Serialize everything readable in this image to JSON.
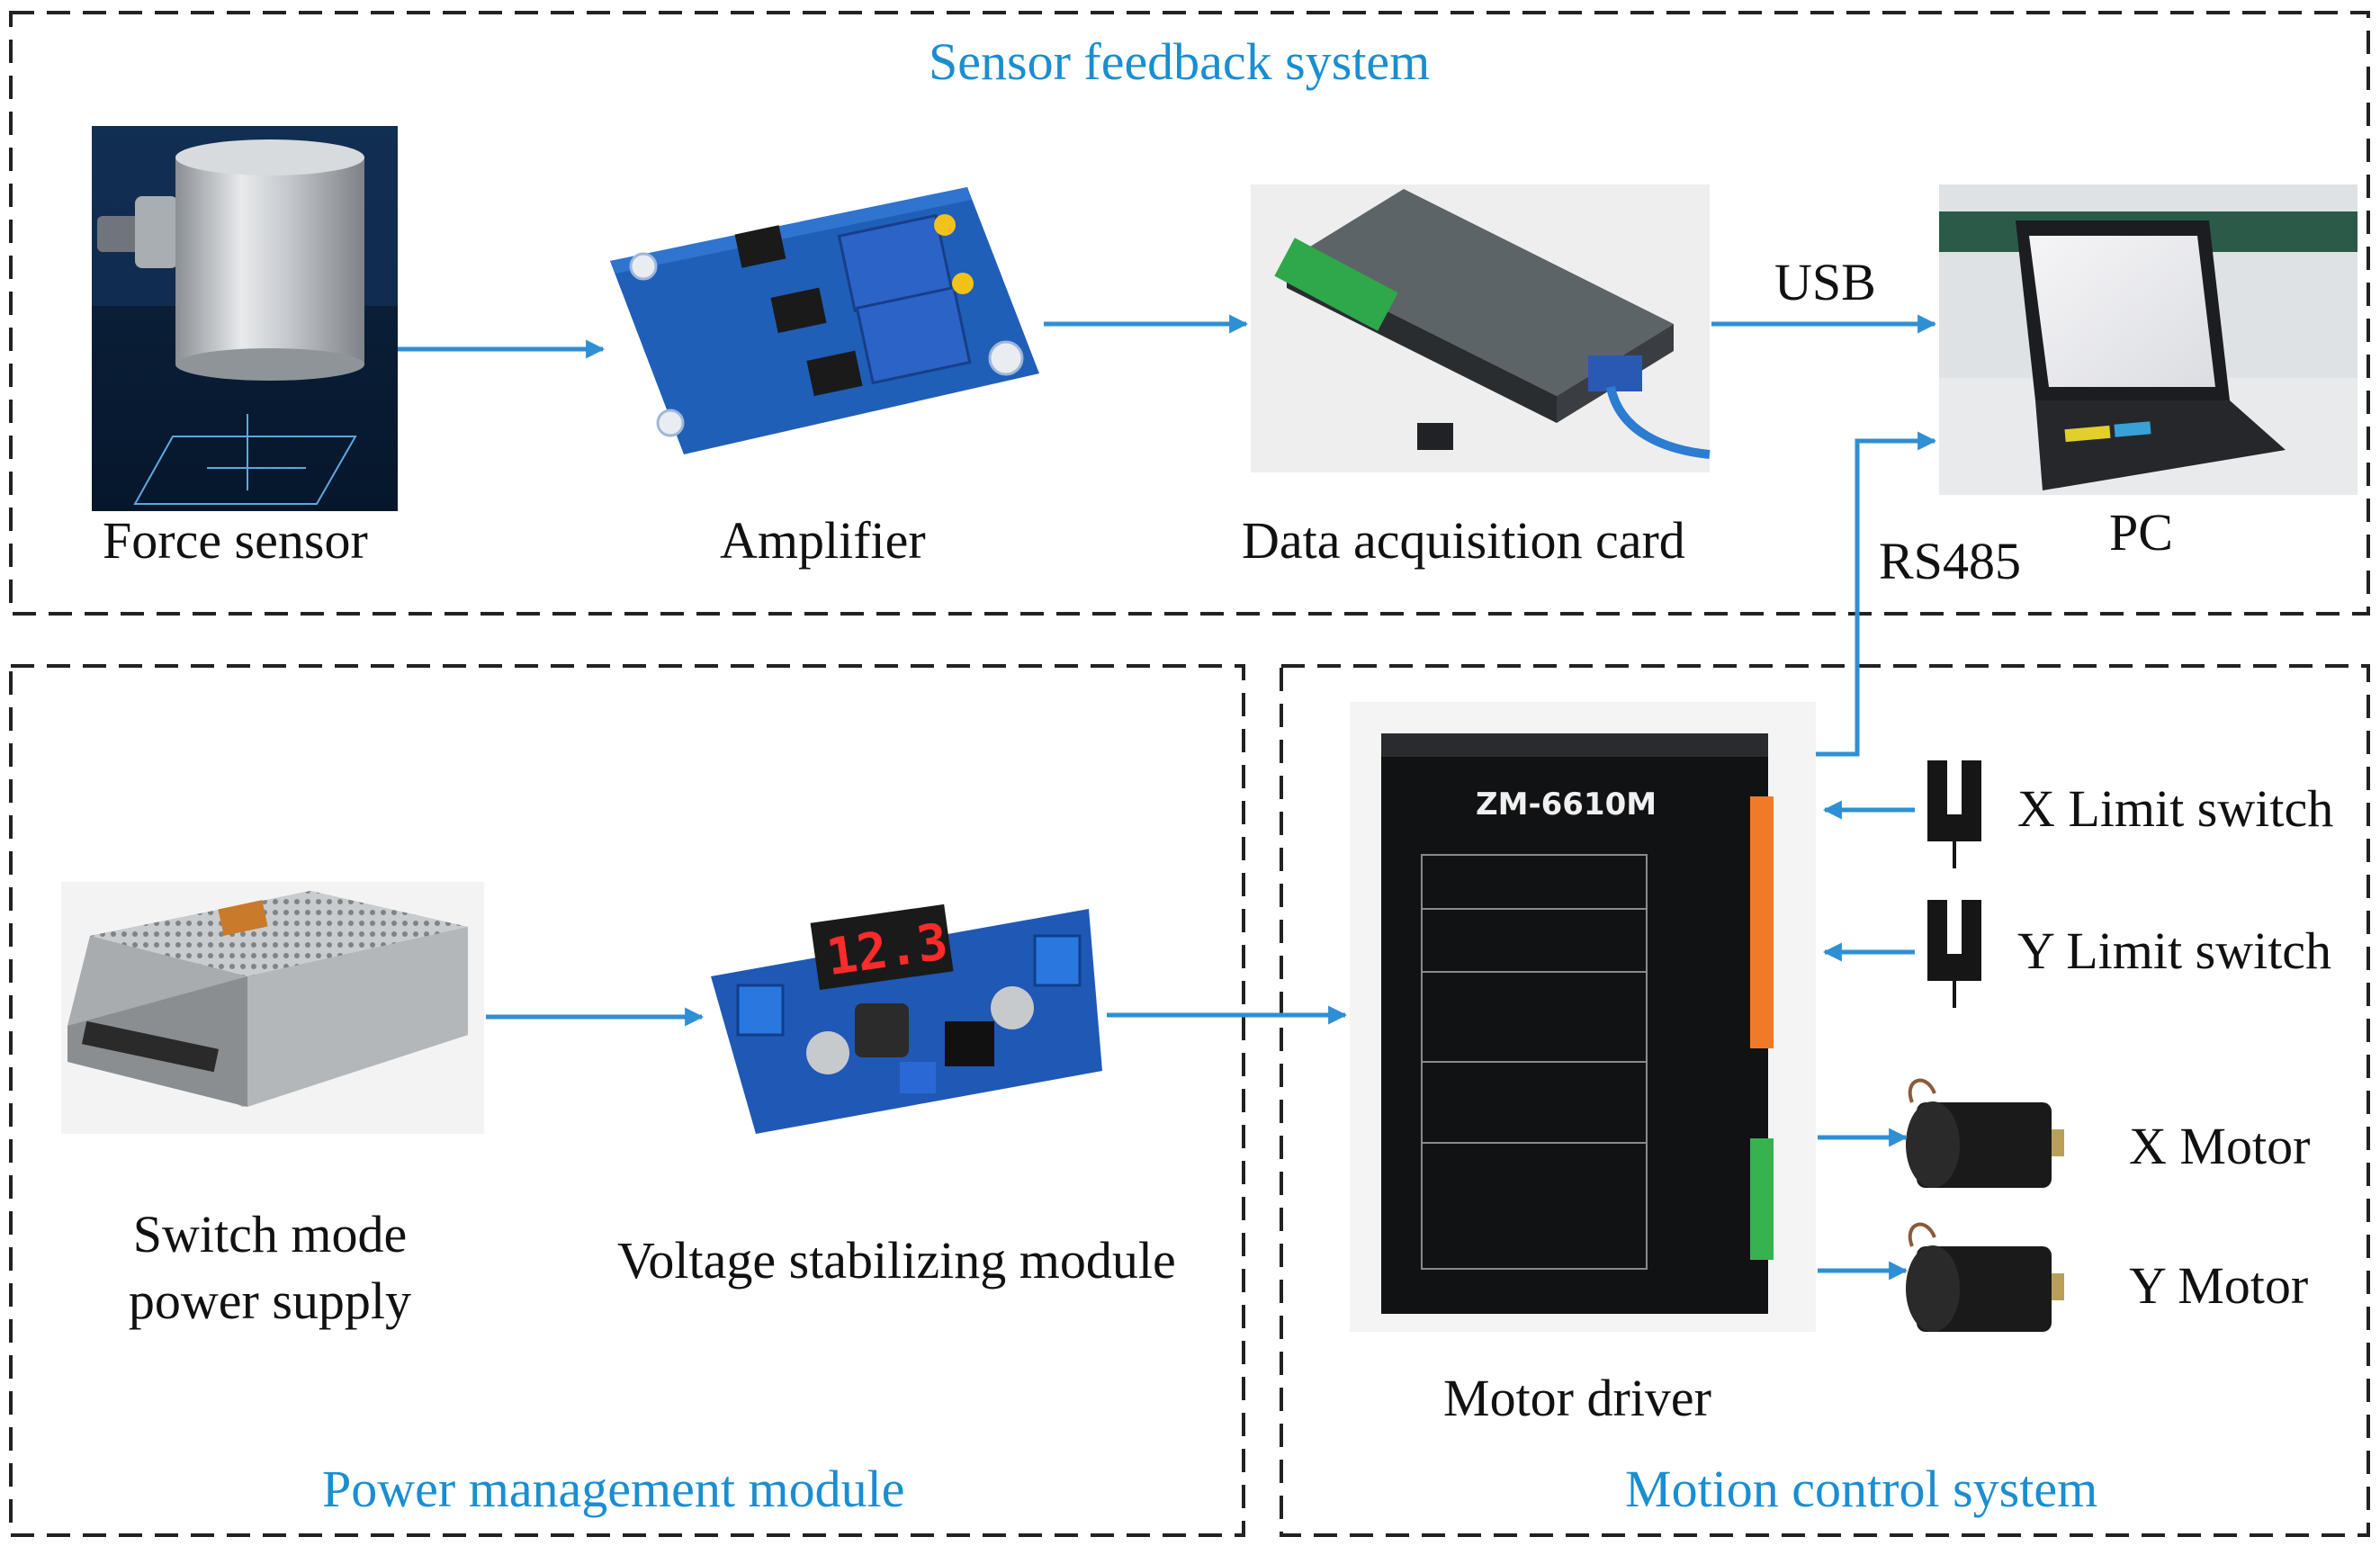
{
  "sections": {
    "sensor_feedback": "Sensor feedback system",
    "power_management": "Power management module",
    "motion_control": "Motion control system"
  },
  "components": {
    "force_sensor": "Force sensor",
    "amplifier": "Amplifier",
    "daq_card": "Data acquisition card",
    "pc": "PC",
    "switch_power_line1": "Switch mode",
    "switch_power_line2": "power supply",
    "voltage_module": "Voltage stabilizing module",
    "motor_driver": "Motor driver",
    "x_limit": "X Limit switch",
    "y_limit": "Y Limit switch",
    "x_motor": "X Motor",
    "y_motor": "Y Motor"
  },
  "links": {
    "usb": "USB",
    "rs485": "RS485"
  },
  "driver_model": "ZM-6610M",
  "display_reading": "12.3",
  "colors": {
    "arrow": "#2f8fd4",
    "section_title": "#1a8ed0",
    "border": "#222222"
  }
}
